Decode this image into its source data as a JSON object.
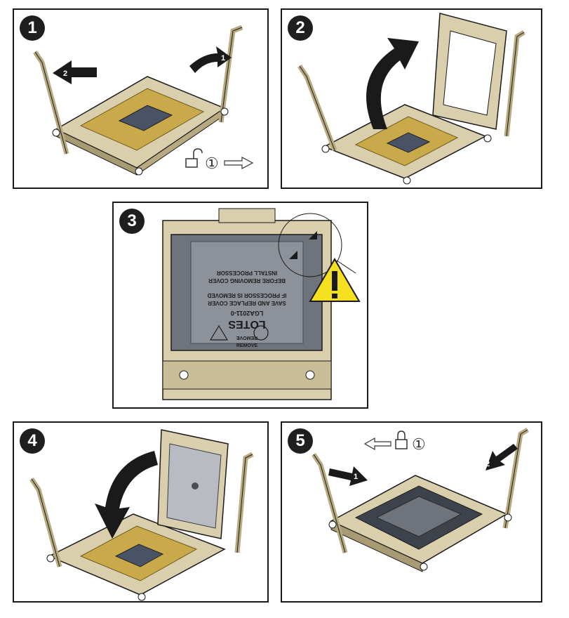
{
  "steps": [
    {
      "number": "1",
      "arrow_labels": [
        "1",
        "2"
      ],
      "indicator": {
        "number": "①",
        "icon": "unlock-icon",
        "direction": "right"
      }
    },
    {
      "number": "2"
    },
    {
      "number": "3",
      "cover_text": [
        "REMOVE",
        "LOTES",
        "LGA2011-0",
        "SAVE AND REPLACE COVER",
        "IF PROCESSOR IS REMOVED",
        "BEFORE REMOVING COVER",
        "INSTALL PROCESSOR",
        "REMOVE"
      ],
      "warning_icon": "warning-triangle-icon"
    },
    {
      "number": "4"
    },
    {
      "number": "5",
      "arrow_labels": [
        "1",
        "2"
      ],
      "indicator": {
        "number": "①",
        "icon": "lock-icon",
        "direction": "left"
      }
    }
  ],
  "colors": {
    "frame": "#d9cfad",
    "frame_dark": "#a89a72",
    "contacts": "#c9a94a",
    "chip": "#4a5266",
    "cover": "#6e737c",
    "warning": "#f5e020",
    "outline": "#1a1a1a"
  }
}
